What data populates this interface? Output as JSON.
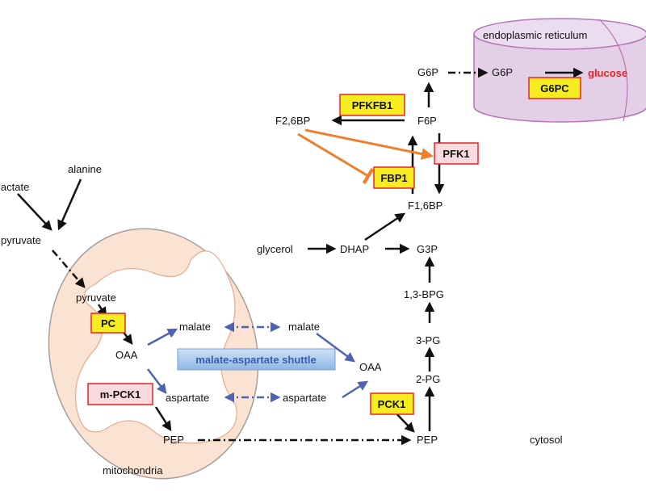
{
  "compartments": {
    "er": "endoplasmic reticulum",
    "mito": "mitochondria",
    "cytosol": "cytosol",
    "shuttle": "malate-aspartate shuttle"
  },
  "metabolites": {
    "lactate": "lactate",
    "alanine": "alanine",
    "pyruvate_cyto": "pyruvate",
    "pyruvate_mito": "pyruvate",
    "oaa_mito": "OAA",
    "malate_mito": "malate",
    "malate_cyto": "malate",
    "aspartate_mito": "aspartate",
    "aspartate_cyto": "aspartate",
    "oaa_cyto": "OAA",
    "pep_mito": "PEP",
    "pep_cyto": "PEP",
    "pg2": "2-PG",
    "pg3": "3-PG",
    "bpg": "1,3-BPG",
    "g3p": "G3P",
    "dhap": "DHAP",
    "glycerol": "glycerol",
    "f16bp": "F1,6BP",
    "f6p": "F6P",
    "f26bp": "F2,6BP",
    "g6p_cyto": "G6P",
    "g6p_er": "G6P",
    "glucose": "glucose"
  },
  "enzymes": {
    "pc": "PC",
    "mpck1": "m-PCK1",
    "pck1": "PCK1",
    "fbp1": "FBP1",
    "pfk1": "PFK1",
    "pfkfb1": "PFKFB1",
    "g6pc": "G6PC"
  },
  "colors": {
    "enzyme_fill": "#f7ec1f",
    "enzyme_border": "#e8232a",
    "inhibited_enzyme_fill": "#fadadd",
    "mito_fill": "#fbe3d3",
    "er_fill": "#e3cfe6",
    "er_stroke": "#b874b8",
    "blue_arrow": "#4f64b0",
    "orange_arrow": "#ef7f2c",
    "glucose_text": "#e8232a"
  }
}
